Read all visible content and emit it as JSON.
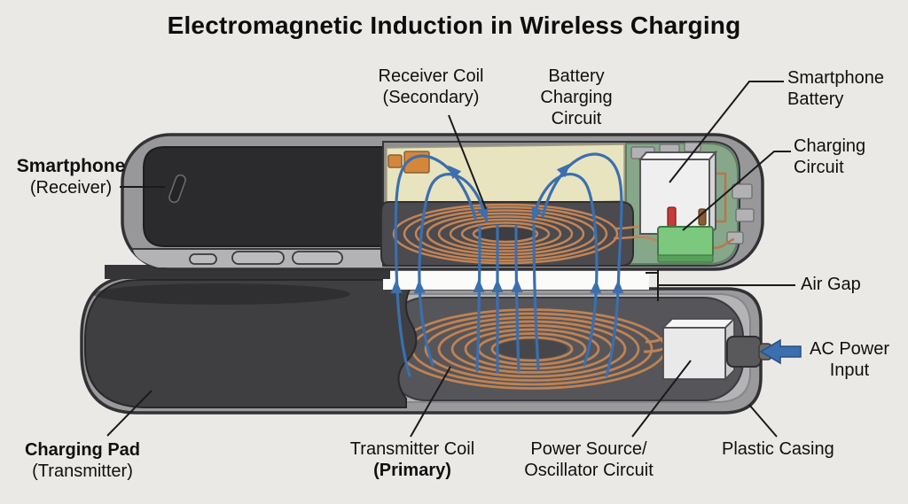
{
  "title": "Electromagnetic Induction in Wireless Charging",
  "labels": {
    "receiver_coil": {
      "line1": "Receiver Coil",
      "line2": "(Secondary)"
    },
    "battery_charging_circuit": {
      "line1": "Battery",
      "line2": "Charging",
      "line3": "Circuit"
    },
    "smartphone_battery": {
      "line1": "Smartphone",
      "line2": "Battery"
    },
    "charging_circuit": {
      "line1": "Charging",
      "line2": "Circuit"
    },
    "smartphone_receiver": {
      "line1": "Smartphone",
      "line2": "(Receiver)"
    },
    "air_gap": {
      "line1": "Air Gap"
    },
    "ac_power_input": {
      "line1": "AC Power",
      "line2": "Input"
    },
    "plastic_casing": {
      "line1": "Plastic Casing"
    },
    "power_source": {
      "line1": "Power Source/",
      "line2": "Oscillator Circuit"
    },
    "transmitter_coil": {
      "line1": "Transmitter Coil",
      "line2": "(Primary)"
    },
    "charging_pad": {
      "line1": "Charging Pad",
      "line2": "(Transmitter)"
    }
  },
  "icons": {
    "ac_power_arrow_icon": "arrow-left-filled",
    "field_line_arrows": "arrow-up"
  },
  "colors": {
    "background": "#ebe9e6",
    "field_line_blue": "#3b6fae",
    "coil_copper": "#c08252",
    "pcb_green": "#87a78a",
    "chip_green": "#7cc87e",
    "battery_cream": "#e8e4c0",
    "casing_gray": "#9a9a9c",
    "dark_surface": "#3f3f42",
    "screen_black": "#2b2b2d",
    "label_text": "#101010",
    "leader_line": "#1a1a1a"
  }
}
